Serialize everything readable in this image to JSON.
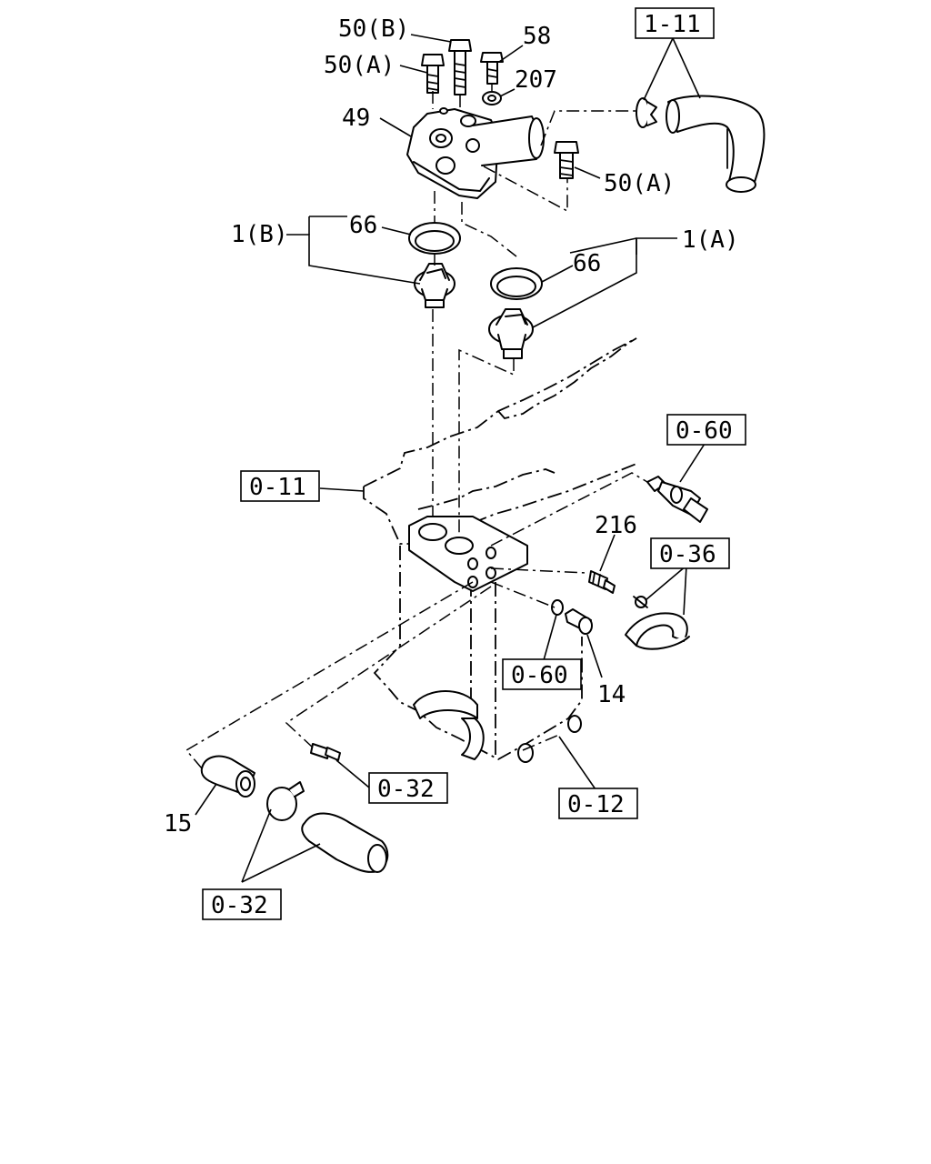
{
  "labels": {
    "bolt_50b": "50(B)",
    "bolt_58": "58",
    "bolt_50a_top": "50(A)",
    "washer_207": "207",
    "housing_49": "49",
    "bolt_50a_right": "50(A)",
    "thermostat_1b": "1(B)",
    "gasket_66_left": "66",
    "gasket_66_right": "66",
    "thermostat_1a": "1(A)",
    "sensor_216": "216",
    "plug_14": "14",
    "fitting_15": "15"
  },
  "refs": {
    "ref_1_11": "1-11",
    "ref_0_60_top": "0-60",
    "ref_0_11": "0-11",
    "ref_0_36": "0-36",
    "ref_0_60_mid": "0-60",
    "ref_0_32_mid": "0-32",
    "ref_0_12": "0-12",
    "ref_0_32_bottom": "0-32"
  }
}
